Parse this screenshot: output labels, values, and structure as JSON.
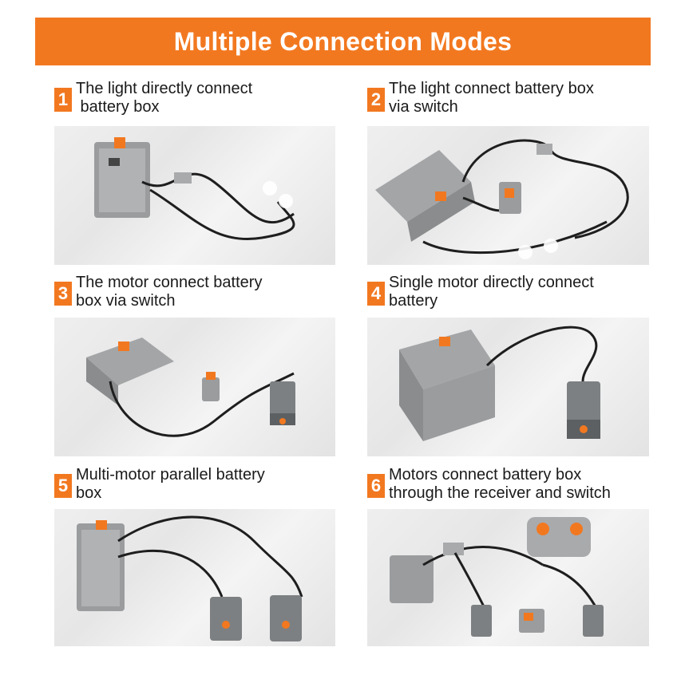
{
  "banner": {
    "title": "Multiple Connection Modes"
  },
  "modes": [
    {
      "number": "1",
      "line1": "The light directly connect",
      "line2": " battery box"
    },
    {
      "number": "2",
      "line1": "The light connect battery box",
      "line2": "via switch"
    },
    {
      "number": "3",
      "line1": "The motor connect battery",
      "line2": "box via switch"
    },
    {
      "number": "4",
      "line1": "Single motor directly connect",
      "line2": "battery"
    },
    {
      "number": "5",
      "line1": "Multi-motor parallel battery",
      "line2": "box"
    },
    {
      "number": "6",
      "line1": "Motors connect battery box",
      "line2": "through the receiver and switch"
    }
  ],
  "colors": {
    "accent": "#f27820",
    "brick_gray": "#8f9294",
    "cable": "#1e1e1e"
  }
}
